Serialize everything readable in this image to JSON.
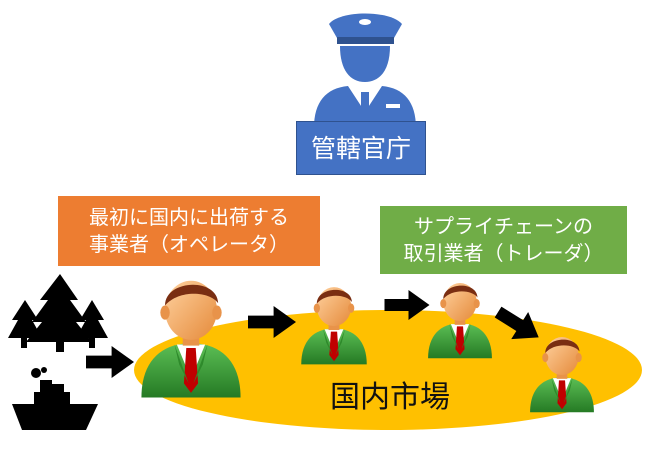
{
  "authority": {
    "label": "管轄官庁"
  },
  "operator": {
    "line1": "最初に国内に出荷する",
    "line2": "事業者（オペレータ）"
  },
  "trader": {
    "line1": "サプライチェーンの",
    "line2": "取引業者（トレーダ）"
  },
  "market": {
    "label": "国内市場"
  },
  "colors": {
    "authority_box": "#4472c4",
    "operator_box": "#ed7d31",
    "trader_box": "#70ad47",
    "market_ellipse": "#ffc000",
    "officer": "#4472c4",
    "person_jacket": "#3f9a3c",
    "person_face": "#f2a05b",
    "person_hair": "#7a2e12",
    "person_tie": "#c00000",
    "arrow": "#000000"
  },
  "icons": [
    "officer-icon",
    "forest-icon",
    "ship-icon",
    "person-icon",
    "arrow-right-icon"
  ]
}
